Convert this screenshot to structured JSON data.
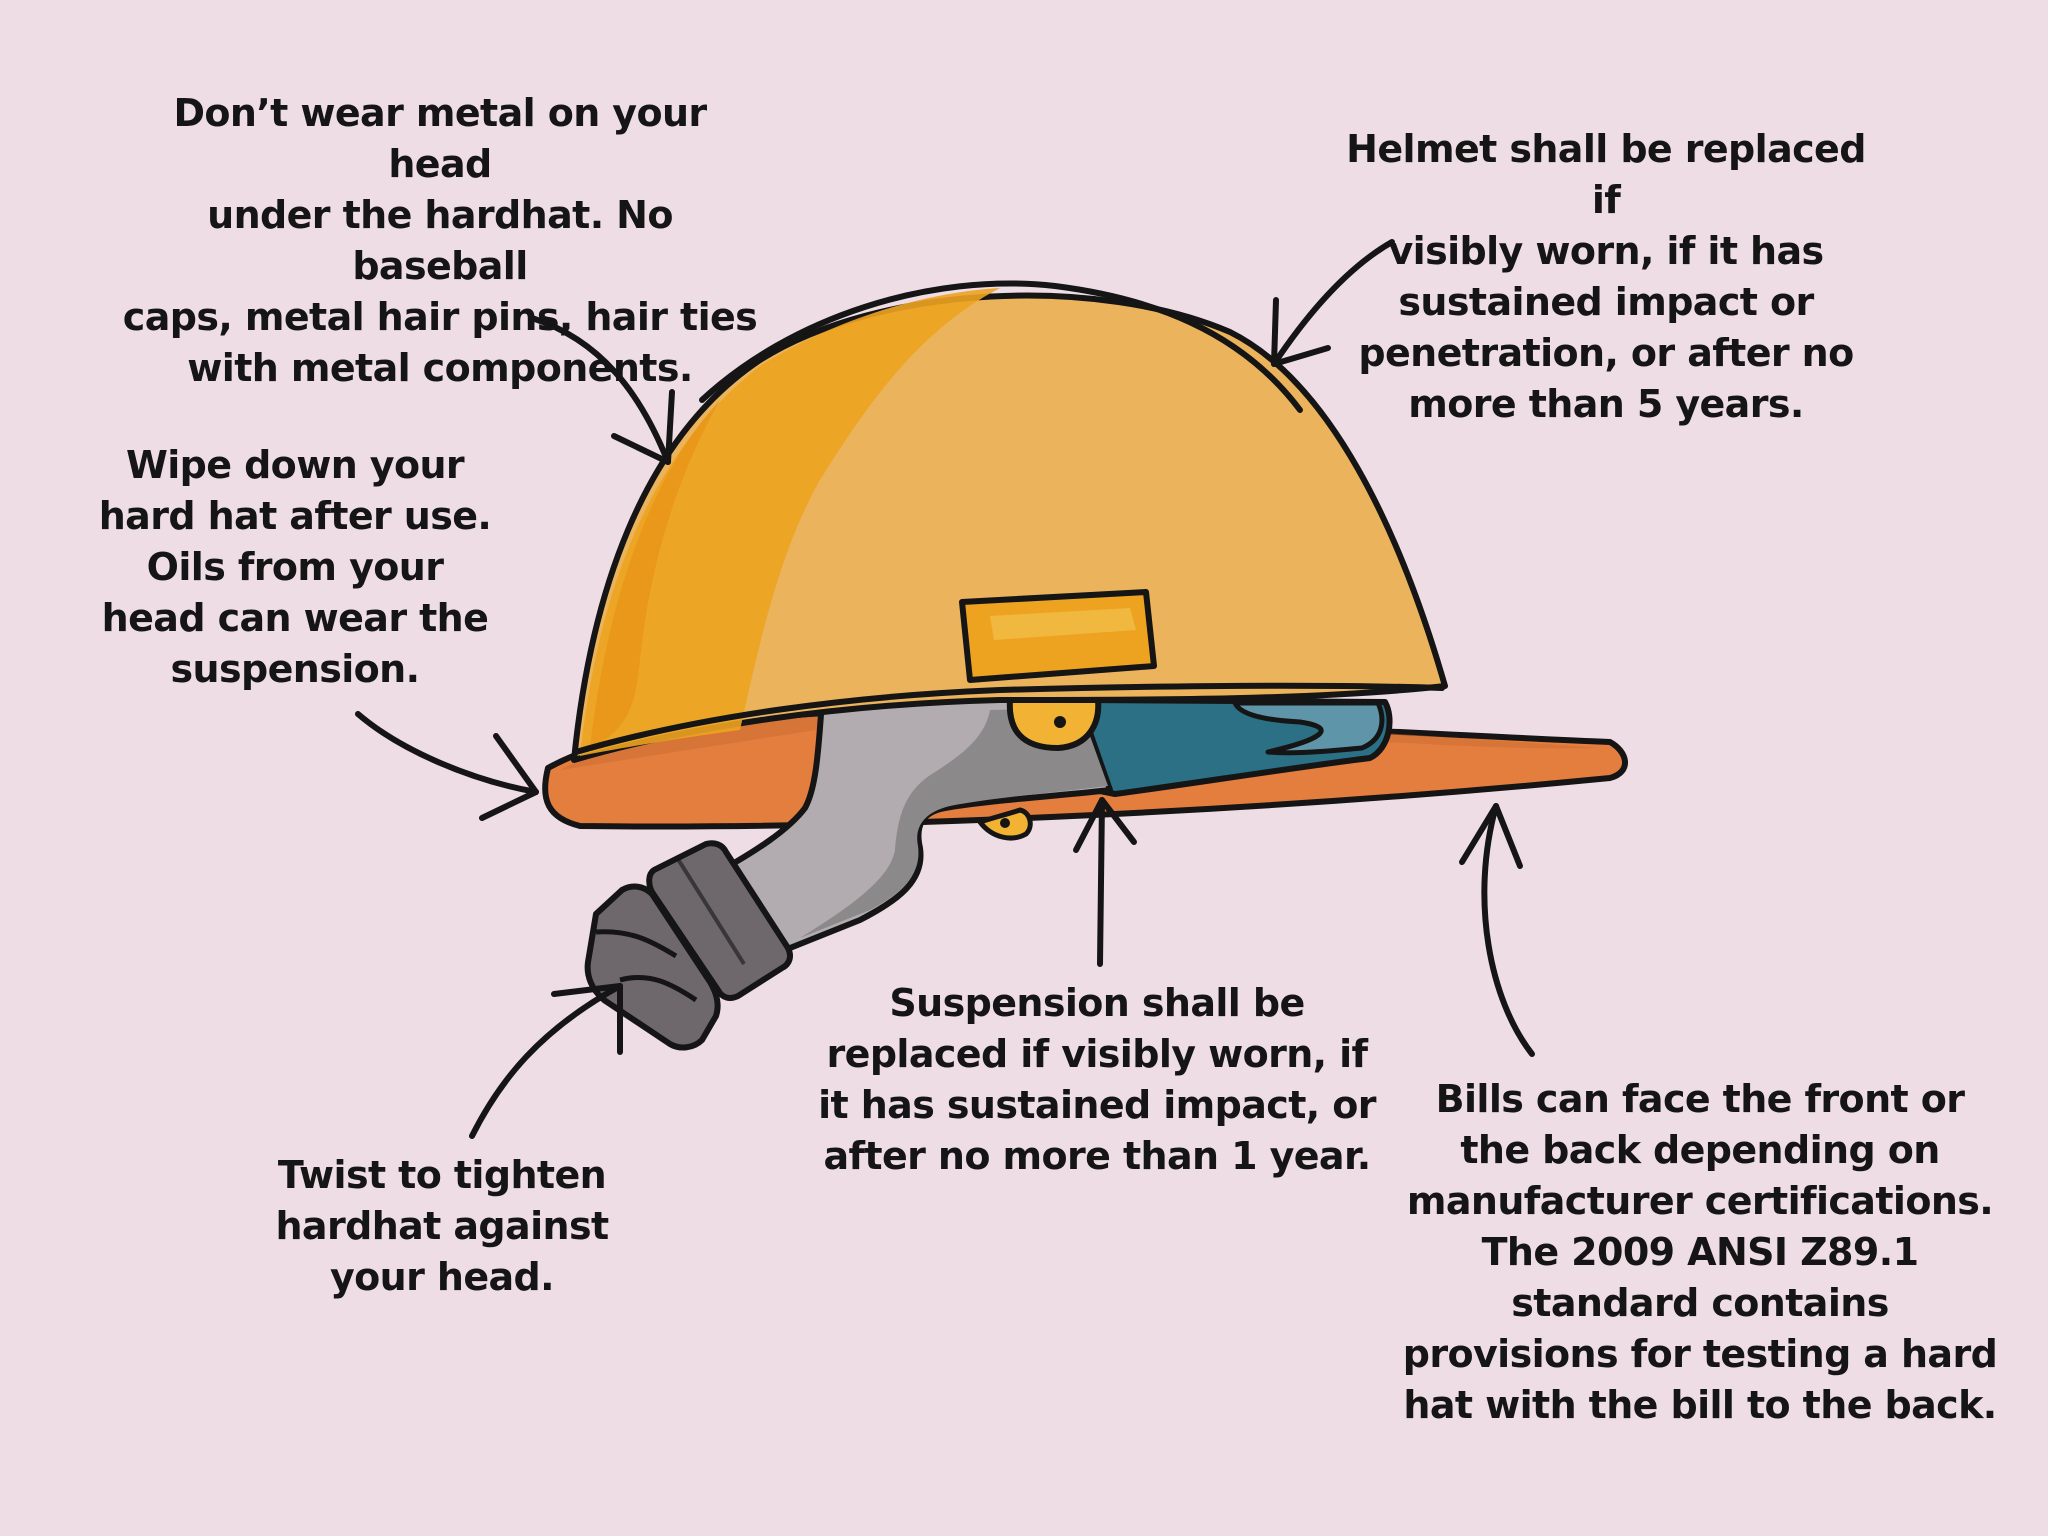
{
  "colors": {
    "background": "#efdde6",
    "ink": "#151515",
    "shell": "#ebb45c",
    "shell_shade": "#eda320",
    "brim": "#e47e3e",
    "strap_light": "#b2acb0",
    "strap_dark": "#8c898b",
    "ratchet": "#6e686c",
    "pad": "#2b7085",
    "pad_light": "#5e95a8",
    "clip": "#f2b335"
  },
  "annotations": {
    "no_metal": "Don’t wear metal on your head\nunder the hardhat. No baseball\ncaps, metal hair pins, hair ties\nwith metal components.",
    "replace_helmet": "Helmet shall be replaced if\nvisibly worn, if it has\nsustained impact or\npenetration, or after no\nmore than 5 years.",
    "wipe_down": "Wipe down your\nhard hat after use.\nOils from your\nhead can wear the\nsuspension.",
    "twist": "Twist to tighten\nhardhat against\nyour head.",
    "suspension": "Suspension shall be\nreplaced if visibly worn, if\nit has sustained impact, or\nafter no more than 1 year.",
    "bills": "Bills can face the front or\nthe back depending on\nmanufacturer certifications.\nThe 2009 ANSI Z89.1\nstandard contains\nprovisions for testing a hard\nhat with the bill to the back."
  }
}
